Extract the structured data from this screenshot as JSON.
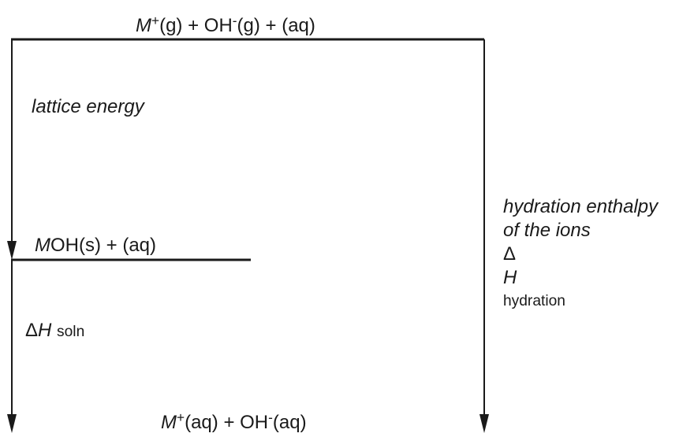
{
  "levels": {
    "top": {
      "species1": "M",
      "sup1": "+",
      "rest1": "(g) + OH",
      "sup2": "-",
      "rest2": "(g) + (aq)"
    },
    "middle": {
      "species": "M",
      "rest": "OH(s) + (aq)"
    },
    "bottom": {
      "species1": "M",
      "sup1": "+",
      "rest1": "(aq) + OH",
      "sup2": "-",
      "rest2": "(aq)"
    }
  },
  "labels": {
    "lattice": "lattice energy",
    "hydration_line1": "hydration enthalpy",
    "hydration_line2": "of the ions",
    "hydration_delta": "Δ",
    "hydration_symbol": "H",
    "hydration_sub": "hydration",
    "soln_delta": "Δ",
    "soln_symbol": "H",
    "soln_sub": "soln"
  },
  "colors": {
    "ink": "#1a1a1a",
    "background": "#ffffff"
  }
}
